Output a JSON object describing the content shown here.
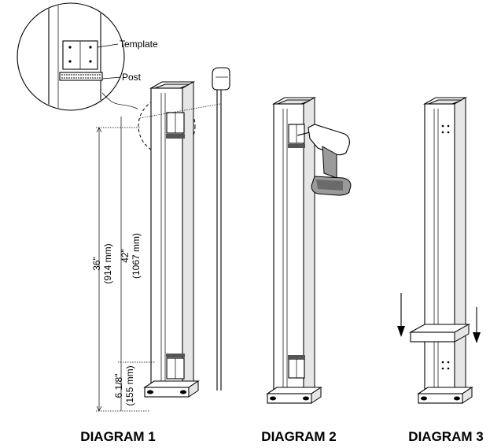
{
  "callouts": {
    "template": "Template",
    "post": "Post"
  },
  "dimensions": {
    "height_36": "36\"",
    "height_36_mm": "(914 mm)",
    "height_42": "42\"",
    "height_42_mm": "(1067 mm)",
    "height_6": "6 1/8\"",
    "height_6_mm": "(155 mm)"
  },
  "captions": {
    "diagram1": "DIAGRAM 1",
    "diagram2": "DIAGRAM 2",
    "diagram3": "DIAGRAM 3"
  },
  "icons": [
    "tape-measure-icon",
    "drill-icon",
    "down-arrow-icon"
  ],
  "colors": {
    "line": "#000000",
    "background": "#ffffff",
    "shade": "#e6e6e6"
  }
}
